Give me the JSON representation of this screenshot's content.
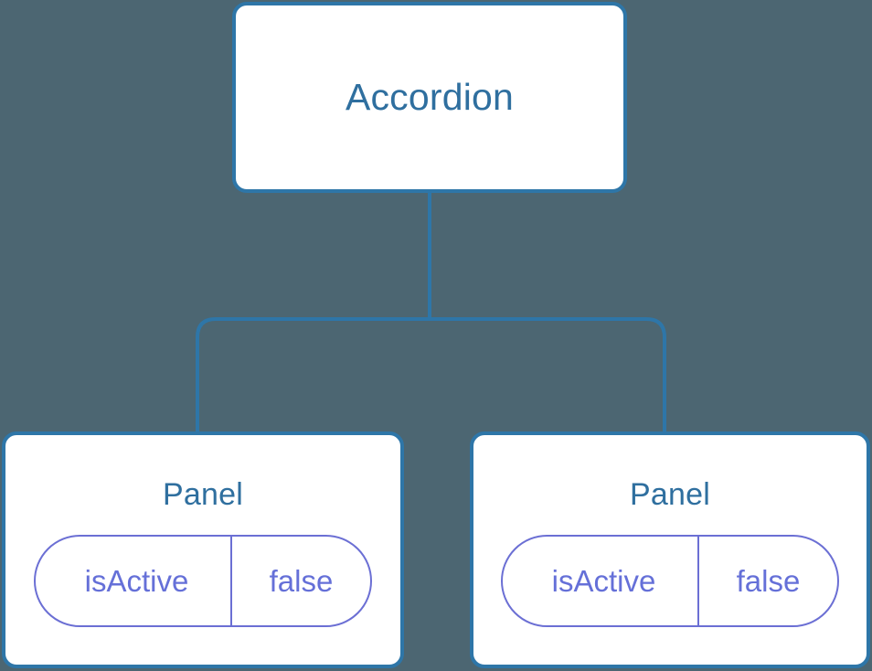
{
  "diagram": {
    "type": "component-tree",
    "background_color": "#4c6672",
    "node_border_color": "#2e76a8",
    "node_title_color": "#2f6f9f",
    "prop_color": "#6570d8",
    "connector_color": "#2e76a8",
    "root": {
      "label": "Accordion"
    },
    "children": [
      {
        "label": "Panel",
        "props": [
          {
            "key": "isActive",
            "value": "false"
          }
        ]
      },
      {
        "label": "Panel",
        "props": [
          {
            "key": "isActive",
            "value": "false"
          }
        ]
      }
    ]
  }
}
